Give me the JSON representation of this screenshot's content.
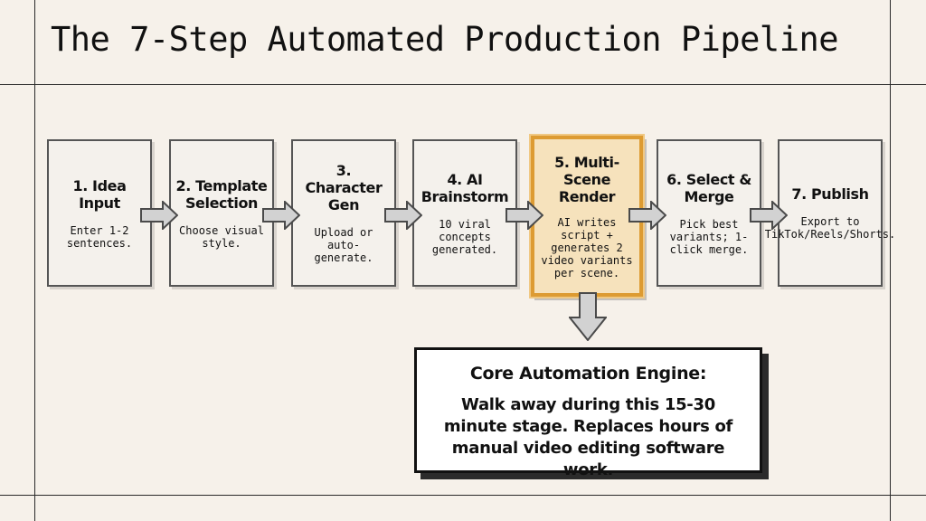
{
  "title": "The 7-Step Automated Production Pipeline",
  "steps": [
    {
      "title": "1. Idea Input",
      "desc": "Enter 1-2 sentences."
    },
    {
      "title": "2. Template Selection",
      "desc": "Choose visual style."
    },
    {
      "title": "3. Character Gen",
      "desc": "Upload or auto-generate."
    },
    {
      "title": "4. AI Brainstorm",
      "desc": "10 viral concepts generated."
    },
    {
      "title": "5. Multi-Scene Render",
      "desc": "AI writes script + generates 2 video variants per scene."
    },
    {
      "title": "6. Select & Merge",
      "desc": "Pick best variants; 1-click merge."
    },
    {
      "title": "7. Publish",
      "desc": "Export to TikTok/Reels/Shorts."
    }
  ],
  "engine": {
    "title": "Core Automation Engine:",
    "body": "Walk away during this 15-30 minute stage. Replaces hours of manual video editing software work."
  },
  "colors": {
    "background": "#f6f1ea",
    "highlight_fill": "#f6e2bc",
    "highlight_border": "#dd9b32",
    "arrow_fill": "#d2d2d2"
  },
  "icons": {
    "flow_arrow": "right-arrow-icon",
    "down_arrow": "down-arrow-icon"
  }
}
